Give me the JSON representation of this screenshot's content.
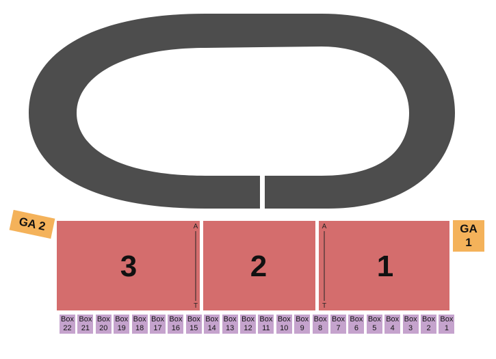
{
  "colors": {
    "track": "#4d4d4d",
    "floor_section": "#d46d6d",
    "general_admission": "#f4b25a",
    "box": "#c5a3cd"
  },
  "track": {
    "name": "oval-track"
  },
  "sections": [
    {
      "id": "3",
      "label": "3"
    },
    {
      "id": "2",
      "label": "2"
    },
    {
      "id": "1",
      "label": "1"
    }
  ],
  "aisle_markers": {
    "top": "A",
    "bottom": "T"
  },
  "general_admission": [
    {
      "id": "ga1",
      "line1": "GA",
      "line2": "1"
    },
    {
      "id": "ga2",
      "label": "GA 2"
    }
  ],
  "boxes": [
    {
      "prefix": "Box",
      "number": "22"
    },
    {
      "prefix": "Box",
      "number": "21"
    },
    {
      "prefix": "Box",
      "number": "20"
    },
    {
      "prefix": "Box",
      "number": "19"
    },
    {
      "prefix": "Box",
      "number": "18"
    },
    {
      "prefix": "Box",
      "number": "17"
    },
    {
      "prefix": "Box",
      "number": "16"
    },
    {
      "prefix": "Box",
      "number": "15"
    },
    {
      "prefix": "Box",
      "number": "14"
    },
    {
      "prefix": "Box",
      "number": "13"
    },
    {
      "prefix": "Box",
      "number": "12"
    },
    {
      "prefix": "Box",
      "number": "11"
    },
    {
      "prefix": "Box",
      "number": "10"
    },
    {
      "prefix": "Box",
      "number": "9"
    },
    {
      "prefix": "Box",
      "number": "8"
    },
    {
      "prefix": "Box",
      "number": "7"
    },
    {
      "prefix": "Box",
      "number": "6"
    },
    {
      "prefix": "Box",
      "number": "5"
    },
    {
      "prefix": "Box",
      "number": "4"
    },
    {
      "prefix": "Box",
      "number": "3"
    },
    {
      "prefix": "Box",
      "number": "2"
    },
    {
      "prefix": "Box",
      "number": "1"
    }
  ]
}
